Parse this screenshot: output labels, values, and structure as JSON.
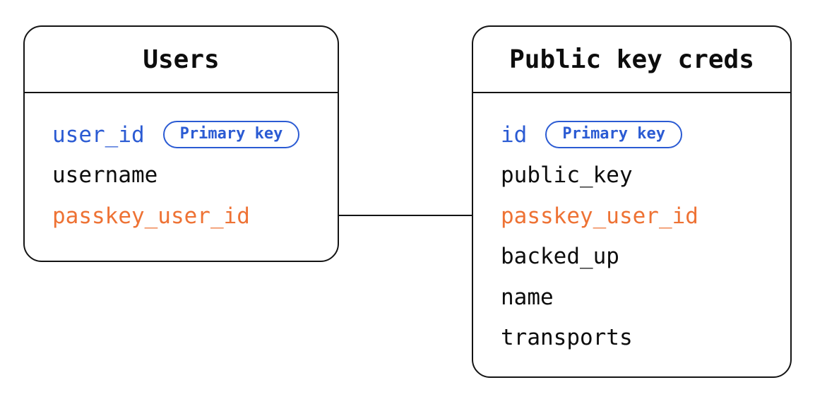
{
  "diagram_type": "entity-relationship",
  "colors": {
    "accent_blue": "#2b5bd3",
    "accent_orange": "#ee7234",
    "text": "#0d0d0d",
    "border": "#141414",
    "background": "#ffffff"
  },
  "tables": [
    {
      "title": "Users",
      "fields": [
        {
          "name": "user_id",
          "color": "blue",
          "badge": "Primary key"
        },
        {
          "name": "username",
          "color": "black"
        },
        {
          "name": "passkey_user_id",
          "color": "orange"
        }
      ]
    },
    {
      "title": "Public key creds",
      "fields": [
        {
          "name": "id",
          "color": "blue",
          "badge": "Primary key"
        },
        {
          "name": "public_key",
          "color": "black"
        },
        {
          "name": "passkey_user_id",
          "color": "orange"
        },
        {
          "name": "backed_up",
          "color": "black"
        },
        {
          "name": "name",
          "color": "black"
        },
        {
          "name": "transports",
          "color": "black"
        }
      ]
    }
  ],
  "relationship": {
    "from_table": "Users",
    "from_field": "passkey_user_id",
    "to_table": "Public key creds",
    "to_field": "passkey_user_id"
  }
}
